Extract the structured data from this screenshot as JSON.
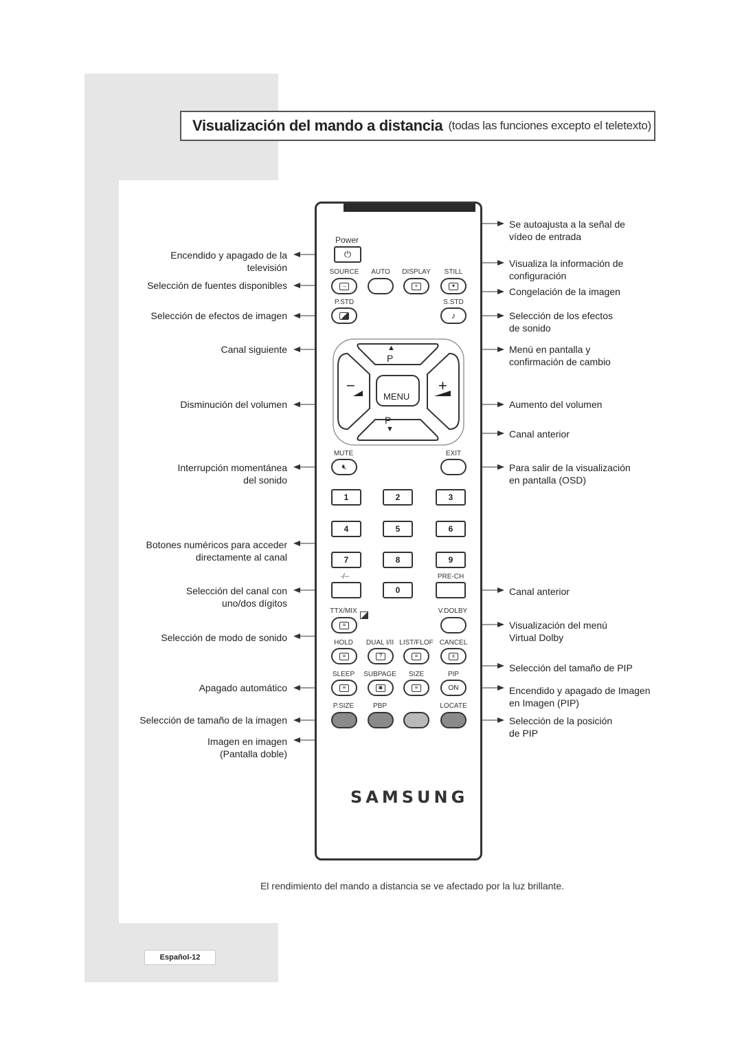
{
  "title": {
    "main": "Visualización del mando a distancia",
    "sub": "(todas las funciones excepto el teletexto)"
  },
  "labels_left": [
    "Encendido y apagado de la",
    "televisión",
    "Selección de fuentes disponibles",
    "Selección de efectos de imagen",
    "Canal siguiente",
    "Disminución del volumen",
    "Interrupción momentánea",
    "del sonido",
    "Botones numéricos para acceder",
    "directamente al canal",
    "Selección del canal con",
    "uno/dos dígitos",
    "Selección de modo de sonido",
    "Apagado automático",
    "Selección de tamaño de la imagen",
    "Imagen en imagen",
    "(Pantalla doble)"
  ],
  "labels_right": [
    "Se autoajusta a la señal de",
    "vídeo de entrada",
    "Visualiza la información de",
    "configuración",
    "Congelación de la imagen",
    "Selección de los efectos",
    "de sonido",
    "Menú en pantalla y",
    "confirmación de cambio",
    "Aumento del volumen",
    "Canal anterior",
    "Para salir de la visualización",
    "en pantalla (OSD)",
    "Canal anterior",
    "Visualización del menú",
    "Virtual Dolby",
    "Selección del tamaño de PIP",
    "Encendido y apagado de Imagen",
    "en Imagen (PIP)",
    "Selección de la posición",
    "de PIP"
  ],
  "remote": {
    "power": "Power",
    "source": "SOURCE",
    "auto": "AUTO",
    "display": "DISPLAY",
    "still": "STILL",
    "pstd": "P.STD",
    "sstd": "S.STD",
    "p_up": "P",
    "p_down": "P",
    "menu": "MENU",
    "vol_minus": "−",
    "vol_plus": "+",
    "mute": "MUTE",
    "exit": "EXIT",
    "numbers": [
      "1",
      "2",
      "3",
      "4",
      "5",
      "6",
      "7",
      "8",
      "9"
    ],
    "zero": "0",
    "dash": "-/--",
    "prech": "PRE-CH",
    "ttxmix": "TTX/MIX",
    "vdolby": "V.DOLBY",
    "hold": "HOLD",
    "dual": "DUAL I/II",
    "listflof": "LIST/FLOF",
    "cancel": "CANCEL",
    "sleep": "SLEEP",
    "subpage": "SUBPAGE",
    "size": "SIZE",
    "pip": "PIP",
    "on": "ON",
    "psize": "P.SIZE",
    "pbp": "PBP",
    "locate": "LOCATE",
    "brand": "SAMSUNG"
  },
  "footer_note": "El rendimiento del mando a distancia se ve afectado por la luz brillante.",
  "page_number": "Español-12",
  "colors": {
    "band": "#e6e6e6",
    "button_gray": "#8a8a8a",
    "button_light_gray": "#b9b9b9"
  }
}
